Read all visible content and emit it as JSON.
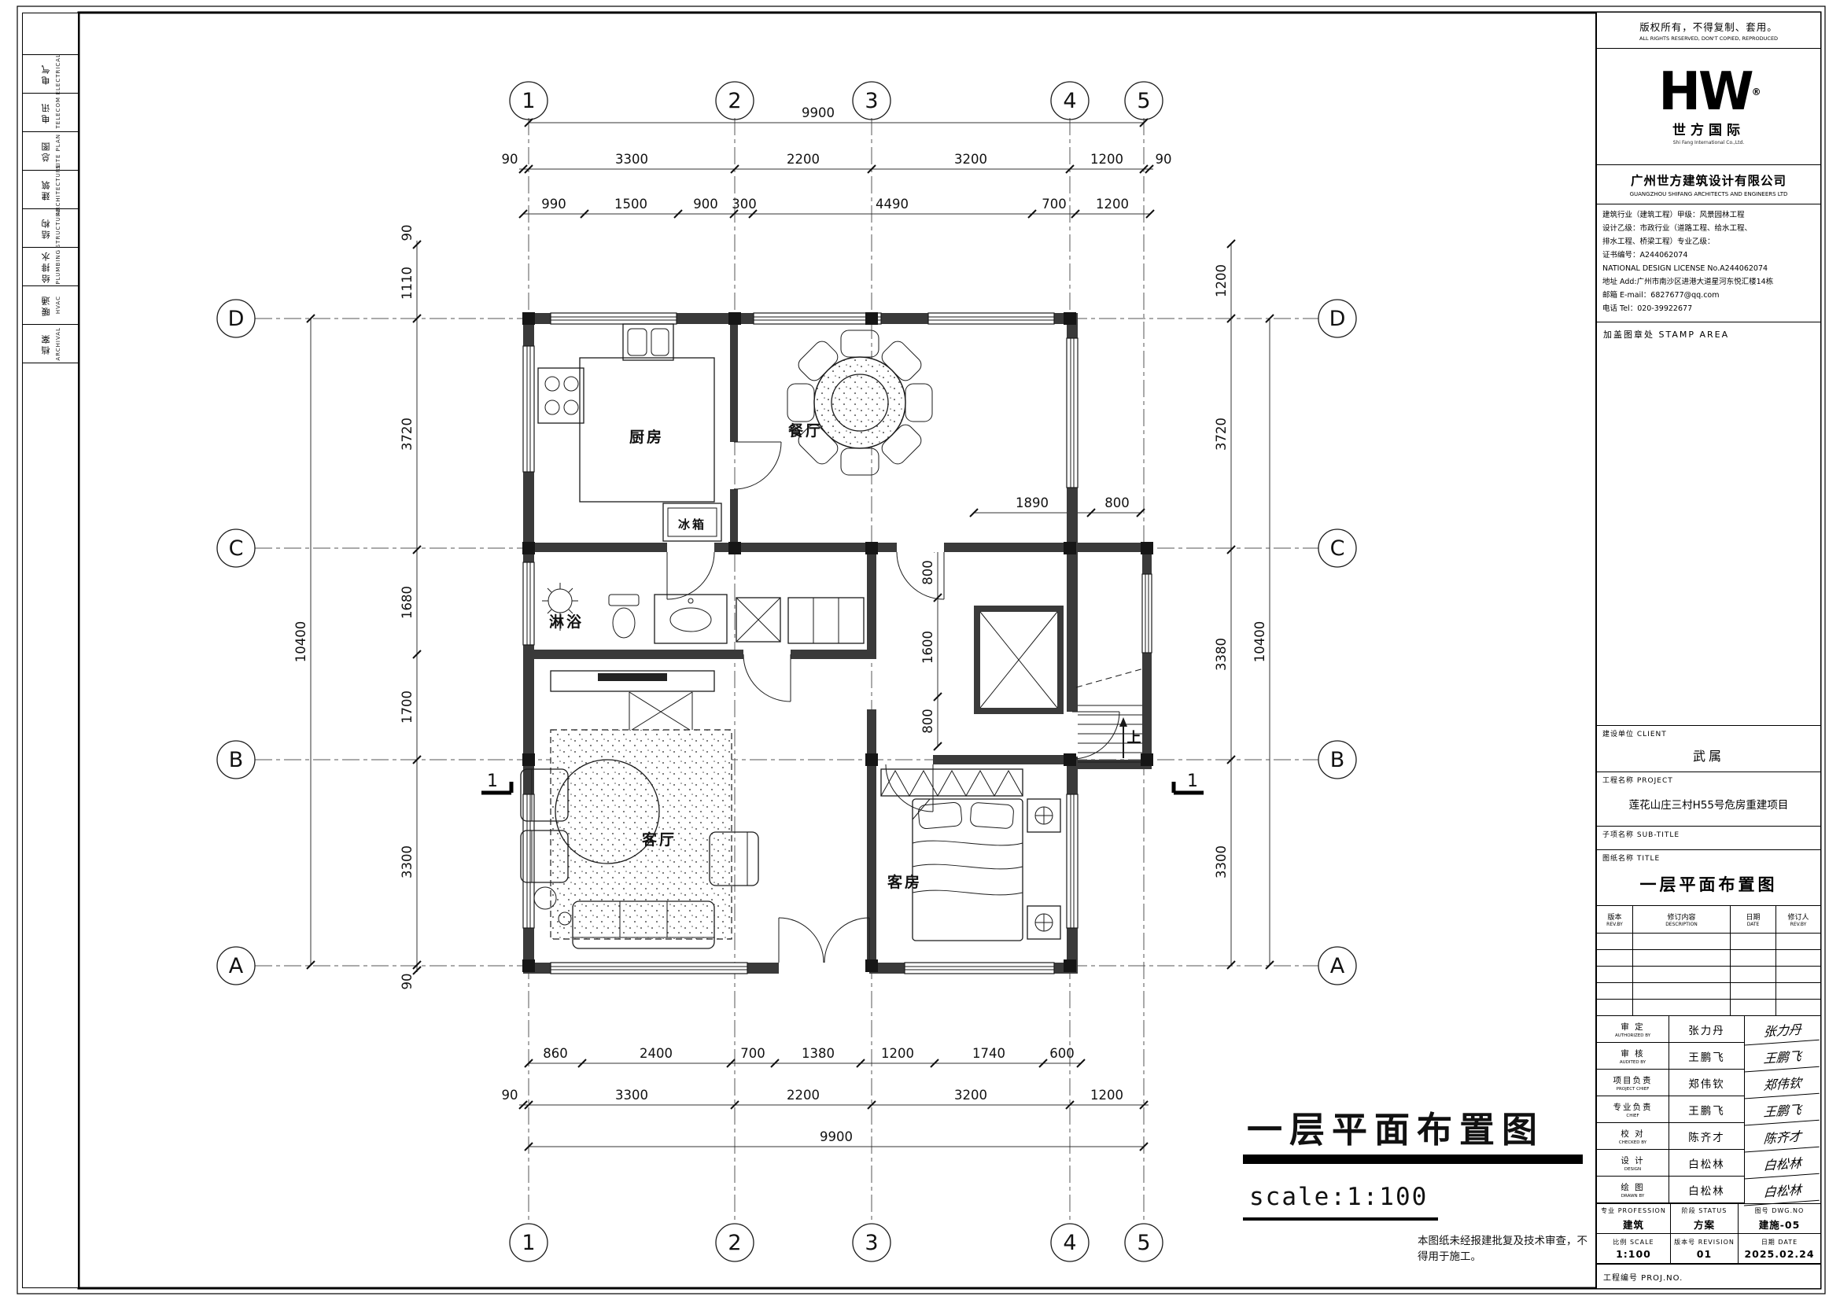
{
  "strip": {
    "items": [
      {
        "zh": "电气",
        "en": "ELECTRICAL"
      },
      {
        "zh": "电讯",
        "en": "TELECOM"
      },
      {
        "zh": "总图",
        "en": "SITE PLAN"
      },
      {
        "zh": "建筑",
        "en": "ARCHITECTURE"
      },
      {
        "zh": "结构",
        "en": "STRUCTURE"
      },
      {
        "zh": "给排水",
        "en": "PLUMBING"
      },
      {
        "zh": "暖通",
        "en": "HVAC"
      },
      {
        "zh": "档案",
        "en": "ARCHIVAL"
      }
    ]
  },
  "axes": {
    "cols": [
      "1",
      "2",
      "3",
      "4",
      "5"
    ],
    "rows": [
      "D",
      "C",
      "B",
      "A"
    ]
  },
  "dims": {
    "top_overall": "9900",
    "top_axes": [
      "90",
      "3300",
      "2200",
      "3200",
      "1200",
      "90"
    ],
    "top_detail": [
      "990",
      "1500",
      "900",
      "300",
      "4490",
      "700",
      "1200"
    ],
    "left_outer": "10400",
    "left_col": [
      "90",
      "1110",
      "3720",
      "1680",
      "1700",
      "3300",
      "90"
    ],
    "right_col": [
      "1200",
      "3720",
      "3380",
      "3300"
    ],
    "right_outer": "10400",
    "bottom_detail": [
      "860",
      "2400",
      "700",
      "1380",
      "1200",
      "1740",
      "600"
    ],
    "bottom_axes": [
      "90",
      "3300",
      "2200",
      "3200",
      "1200"
    ],
    "bottom_overall": "9900",
    "inner_h": [
      "1890",
      "800"
    ],
    "inner_v": [
      "800",
      "1600",
      "800"
    ]
  },
  "rooms": {
    "kitchen": "厨房",
    "dining": "餐厅",
    "fridge": "冰箱",
    "bath": "淋浴",
    "living": "客厅",
    "guest": "客房",
    "up": "上"
  },
  "section": {
    "label": "1"
  },
  "plan_title": {
    "text": "一层平面布置图",
    "scale": "scale:1:100"
  },
  "note": {
    "line1": "本图纸未经报建批复及技术审查，不",
    "line2": "得用于施工。"
  },
  "titleblock": {
    "copyright_zh": "版权所有，不得复制、套用。",
    "copyright_en": "ALL RIGHTS RESERVED, DON'T COPIED, REPRODUCED",
    "logo_text": "HW",
    "logo_reg": "®",
    "logo_name": "世方国际",
    "logo_sub": "Shi Fang International Co.,Ltd.",
    "company_zh": "广州世方建筑设计有限公司",
    "company_en": "GUANGZHOU SHIFANG ARCHITECTS AND ENGINEERS LTD",
    "creds": [
      "建筑行业（建筑工程）甲级：风景园林工程",
      "设计乙级：市政行业（道路工程、给水工程、",
      "排水工程、桥梁工程）专业乙级：",
      "证书编号：A244062074",
      "NATIONAL DESIGN LICENSE No.A244062074",
      "地址 Add:广州市南沙区进港大道星河东悦汇楼14栋",
      "邮箱 E-mail：6827677@qq.com",
      "电话 Tel：020-39922677"
    ],
    "stamp": "加盖图章处  STAMP AREA",
    "client_label": "建设单位  CLIENT",
    "client": "武属",
    "project_label": "工程名称  PROJECT",
    "project": "莲花山庄三村H55号危房重建项目",
    "subtitle_label": "子项名称  SUB-TITLE",
    "title_label": "图纸名称  TITLE",
    "title": "一层平面布置图",
    "rev": {
      "c1": "版本",
      "c1en": "REV.BY",
      "c2": "修订内容",
      "c2en": "DESCRIPTION",
      "c3": "日期",
      "c3en": "DATE",
      "c4": "修订人",
      "c4en": "REV.BY"
    },
    "people": [
      {
        "zh": "审  定",
        "en": "AUTHORIZED BY",
        "name": "张力丹",
        "sig": "张力丹"
      },
      {
        "zh": "审  核",
        "en": "AUDITED BY",
        "name": "王鹏飞",
        "sig": "王鹏飞"
      },
      {
        "zh": "项目负责",
        "en": "PROJECT CHIEF",
        "name": "郑伟钦",
        "sig": "郑伟钦"
      },
      {
        "zh": "专业负责",
        "en": "CHIEF",
        "name": "王鹏飞",
        "sig": "王鹏飞"
      },
      {
        "zh": "校  对",
        "en": "CHECKED BY",
        "name": "陈齐才",
        "sig": "陈齐才"
      },
      {
        "zh": "设  计",
        "en": "DESIGN",
        "name": "白松林",
        "sig": "白松林"
      },
      {
        "zh": "绘  图",
        "en": "DRAWN BY",
        "name": "白松林",
        "sig": "白松林"
      }
    ],
    "meta": {
      "prof_label": "专业",
      "prof_en": "PROFESSION",
      "prof": "建筑",
      "status_label": "阶段",
      "status_en": "STATUS",
      "status": "方案",
      "dwg_label": "图号",
      "dwg_en": "DWG.NO",
      "dwg": "建施-05",
      "scale_label": "比例",
      "scale_en": "SCALE",
      "scale": "1:100",
      "rev_label": "版本号",
      "rev_en": "REVISION",
      "rev": "01",
      "date_label": "日期",
      "date_en": "DATE",
      "date": "2025.02.24"
    },
    "projno_label": "工程编号  PROJ.NO."
  }
}
